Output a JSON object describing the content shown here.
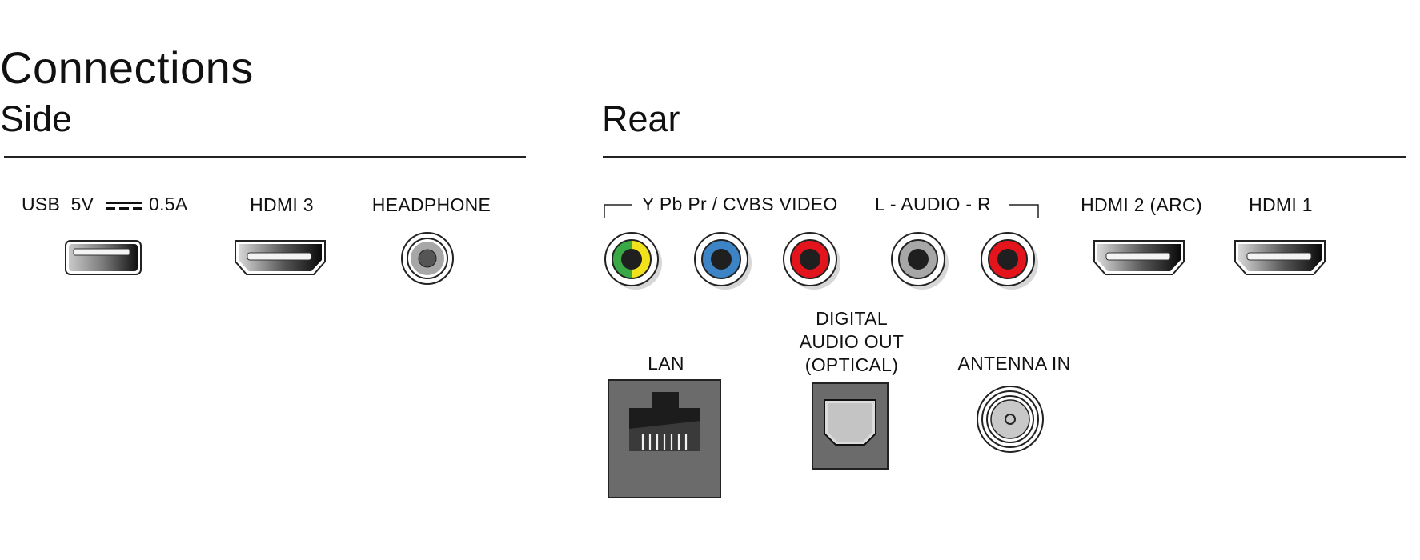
{
  "title": "Connections",
  "side": {
    "heading": "Side",
    "usb": {
      "label_prefix": "USB  5V",
      "label_suffix": "0.5A"
    },
    "hdmi3": {
      "label": "HDMI 3"
    },
    "headphone": {
      "label": "HEADPHONE"
    }
  },
  "rear": {
    "heading": "Rear",
    "component_group": {
      "label": "Y Pb Pr / CVBS VIDEO"
    },
    "audio_group": {
      "label": "L - AUDIO - R"
    },
    "hdmi2": {
      "label": "HDMI 2 (ARC)"
    },
    "hdmi1": {
      "label": "HDMI 1"
    },
    "lan": {
      "label": "LAN"
    },
    "optical": {
      "label_lines": [
        "DIGITAL",
        "AUDIO OUT",
        "(OPTICAL)"
      ]
    },
    "antenna": {
      "label": "ANTENNA IN"
    }
  },
  "colors": {
    "rca_y_green": "#3aa845",
    "rca_y_yellow": "#f2e21b",
    "rca_pb_blue": "#3d84c6",
    "rca_red": "#e3141b",
    "rca_white": "#a7a7a7",
    "port_gray": "#6b6b6b"
  }
}
